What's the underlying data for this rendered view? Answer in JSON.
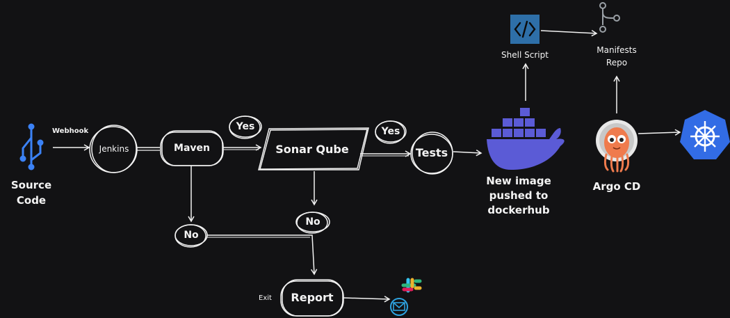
{
  "colors": {
    "background": "#121214",
    "stroke": "#f2f2f2",
    "git_blue": "#3b82f6",
    "docker_purple": "#5b5bd6",
    "shell_blue": "#2e6fa8",
    "k8s_blue": "#326ce5",
    "argo_orange": "#ef7b4d",
    "manifest_gray": "#9aa0a6"
  },
  "icons": {
    "source": "git-branch-icon",
    "docker": "docker-whale-icon",
    "shell": "code-brackets-icon",
    "manifests": "git-graph-icon",
    "argo": "argo-octopus-icon",
    "kubernetes": "kubernetes-helm-icon",
    "slack": "slack-icon",
    "mail": "mail-icon"
  },
  "nodes": {
    "source": "Source\nCode",
    "webhook": "Webhook",
    "jenkins": "Jenkins",
    "maven": "Maven",
    "sonar": "Sonar Qube",
    "tests": "Tests",
    "docker": "New image\npushed to\ndockerhub",
    "shell": "Shell Script",
    "manifests": "Manifests\nRepo",
    "argo": "Argo CD",
    "report": "Report",
    "exit": "Exit"
  },
  "decisions": {
    "yes_maven": "Yes",
    "yes_sonar": "Yes",
    "no_sonar": "No",
    "no_maven": "No"
  }
}
